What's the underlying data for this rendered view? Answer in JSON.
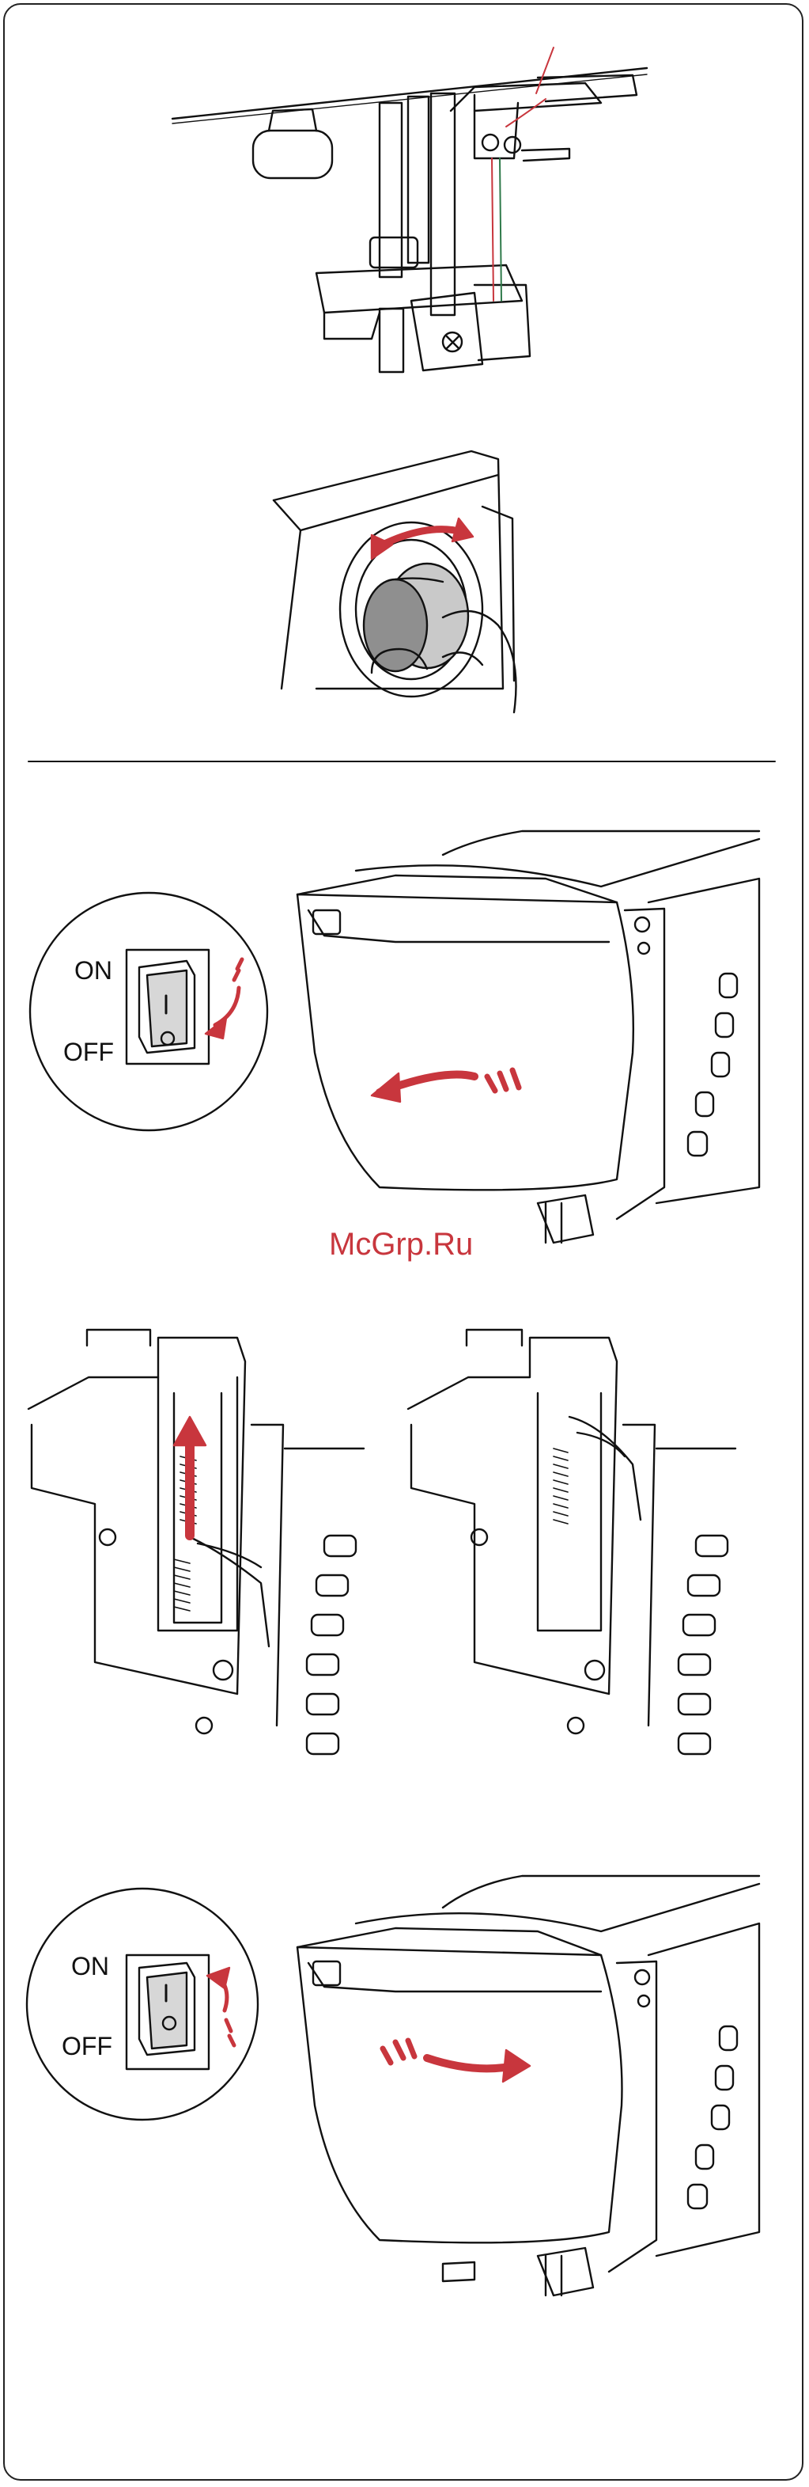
{
  "colors": {
    "accent": "#c8363d",
    "line": "#111111",
    "watermark": "#c8363d"
  },
  "switch_top": {
    "on_label": "ON",
    "off_label": "OFF"
  },
  "switch_bottom": {
    "on_label": "ON",
    "off_label": "OFF"
  },
  "watermark": "McGrp.Ru"
}
